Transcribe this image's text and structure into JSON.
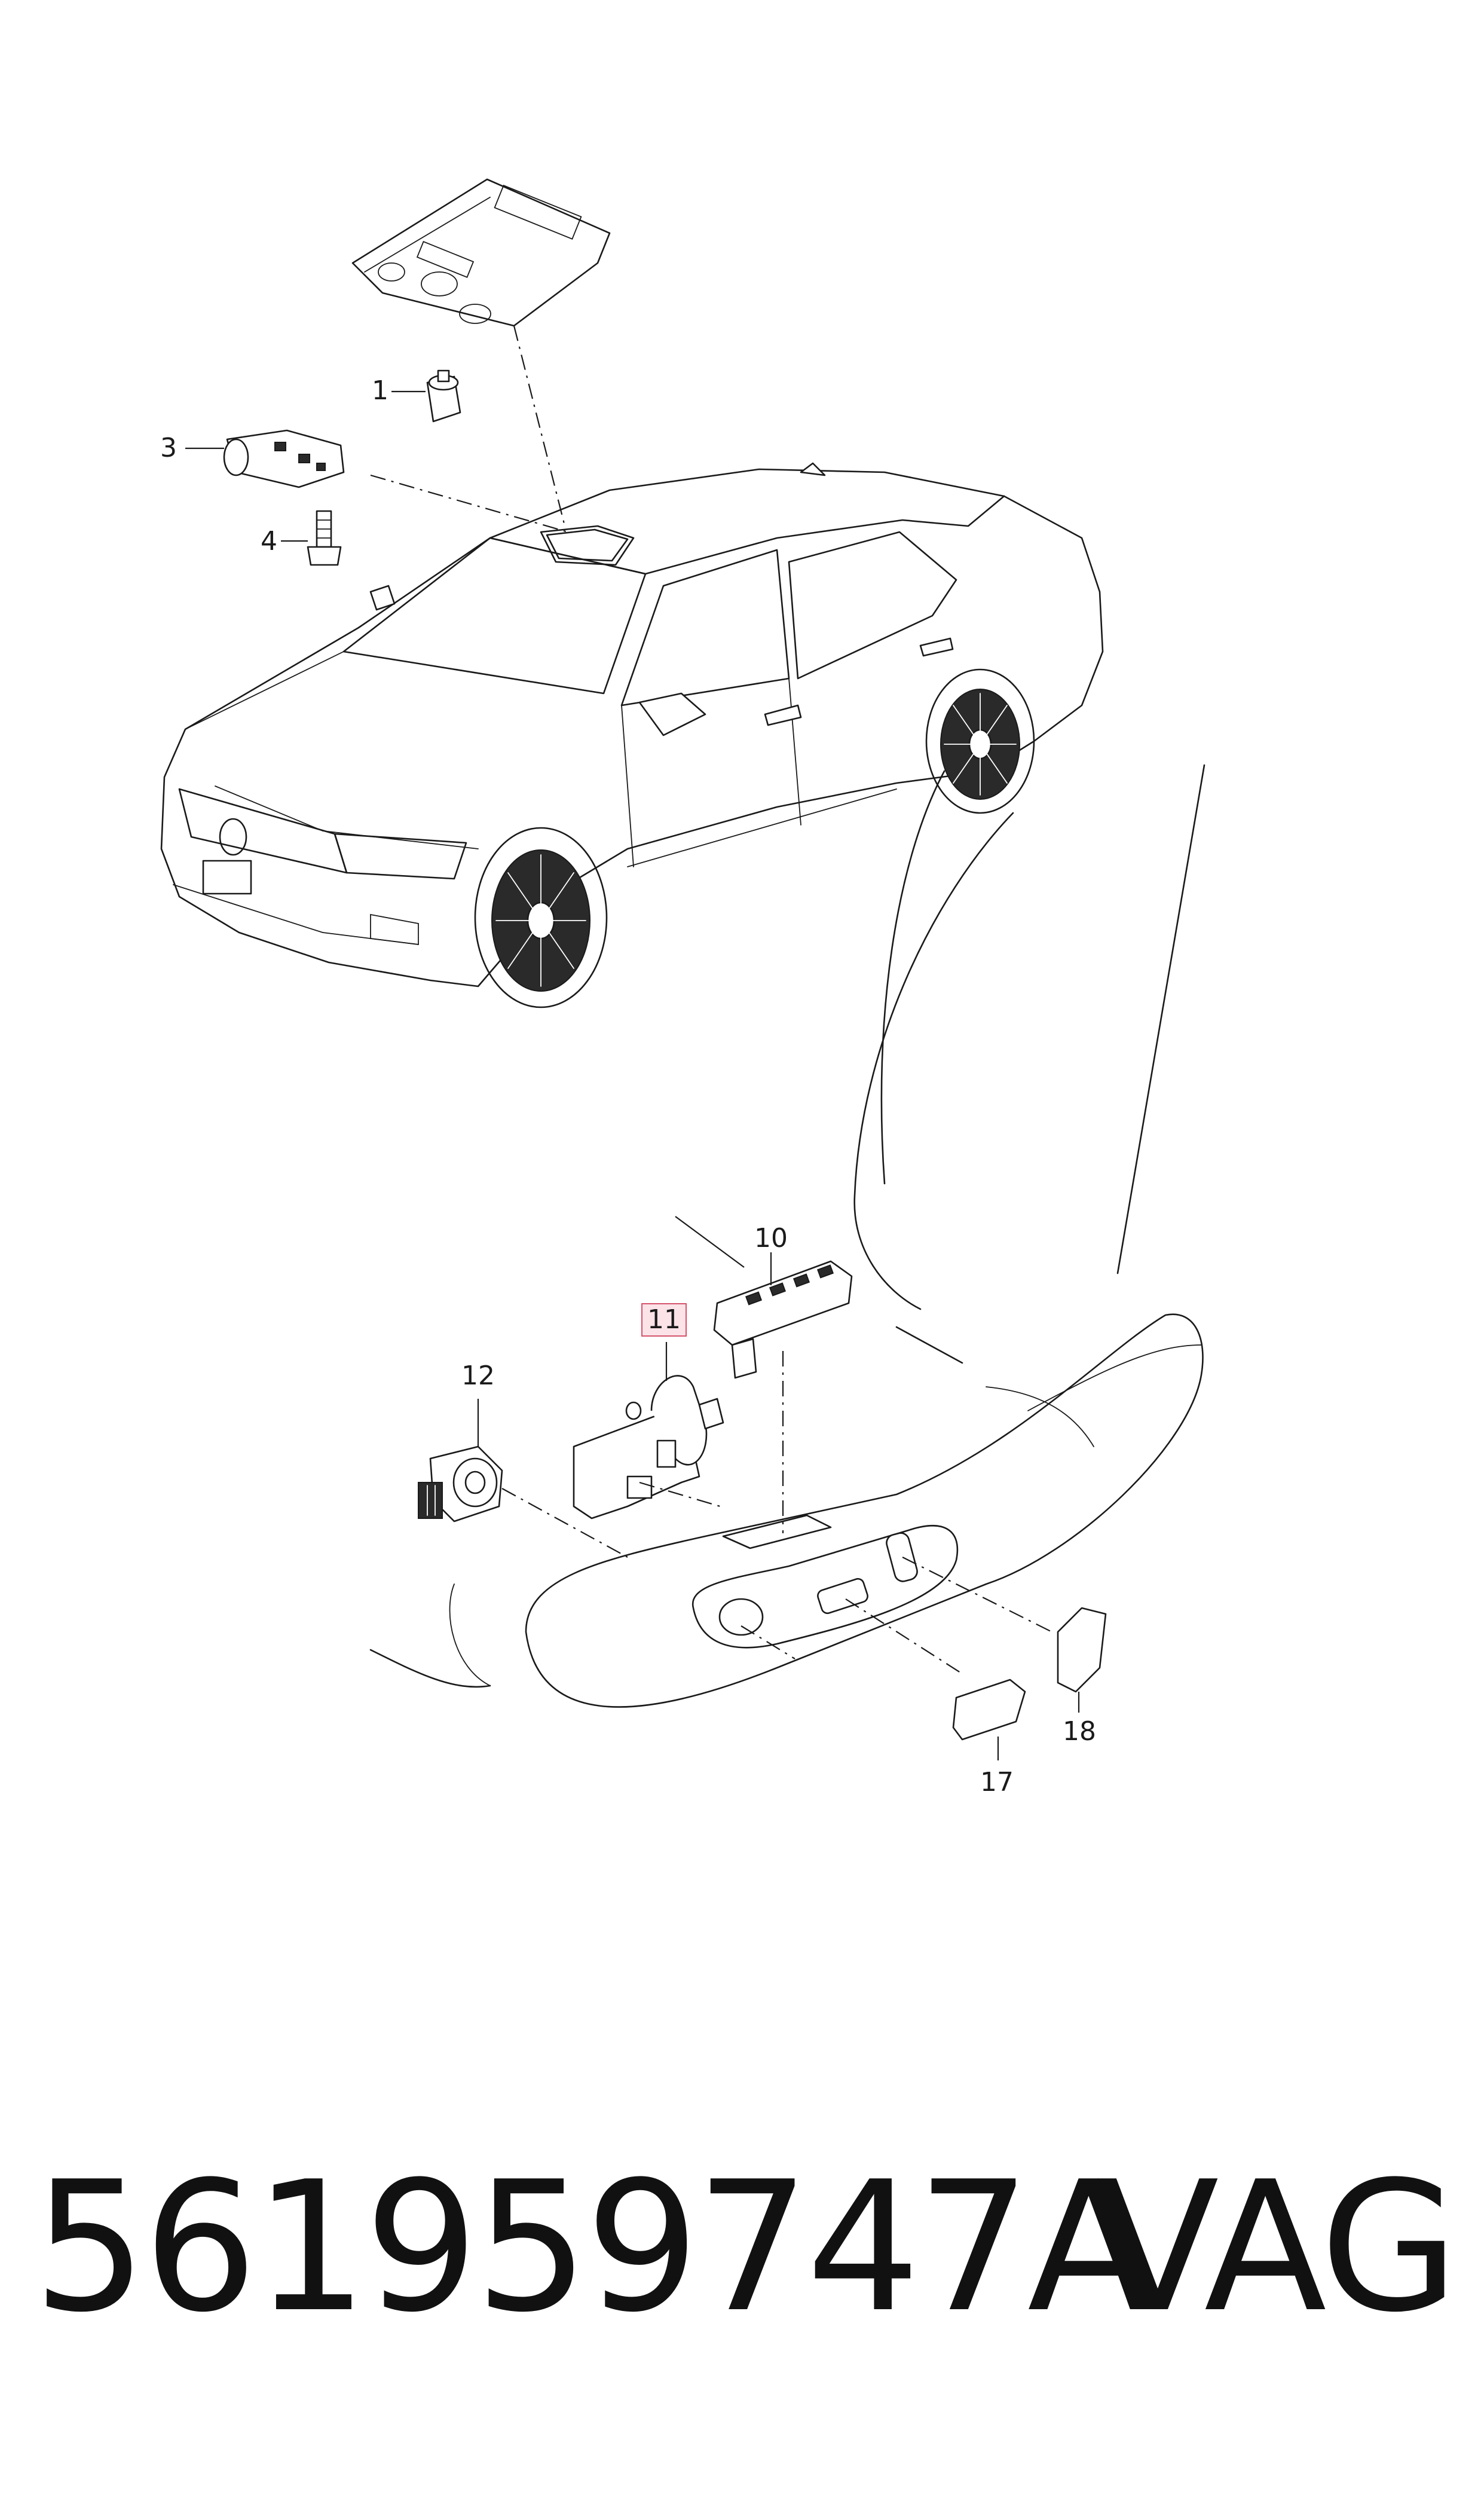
{
  "callouts": [
    "1",
    "3",
    "4",
    "10",
    "11",
    "12",
    "17",
    "18"
  ],
  "highlighted_callout": "11",
  "highlight_color": "#d6536b",
  "part_number": "561959747A",
  "brand": "VAG"
}
